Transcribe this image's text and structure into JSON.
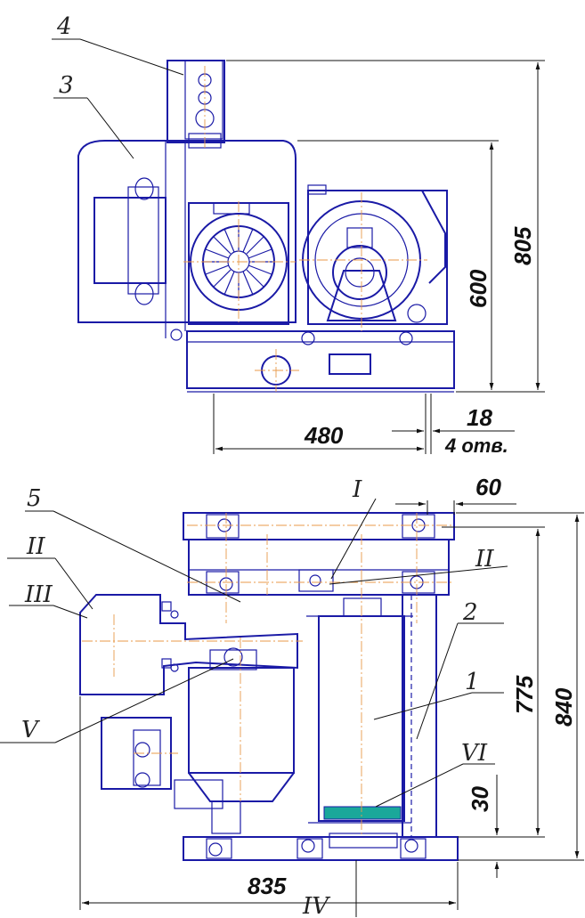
{
  "colors": {
    "outline": "#1a1aa6",
    "centerline": "#e89a4a",
    "dimension": "#111111",
    "accent_band": "#1aa89a"
  },
  "top_view": {
    "labels": {
      "item4": "4",
      "item3": "3"
    },
    "dimensions": {
      "height_overall": "805",
      "height_base": "600",
      "hole_spacing": "480",
      "hole_diameter": "18",
      "hole_count": "4 отв."
    }
  },
  "front_view": {
    "labels": {
      "item5": "5",
      "view2_left": "II",
      "view3": "III",
      "view5": "V",
      "view1": "I",
      "view2_right": "II",
      "item2": "2",
      "item1": "1",
      "view6": "VI",
      "view4": "IV"
    },
    "dimensions": {
      "offset_top": "60",
      "height_inner": "775",
      "height_outer": "840",
      "base_height": "30",
      "width_overall": "835"
    }
  }
}
